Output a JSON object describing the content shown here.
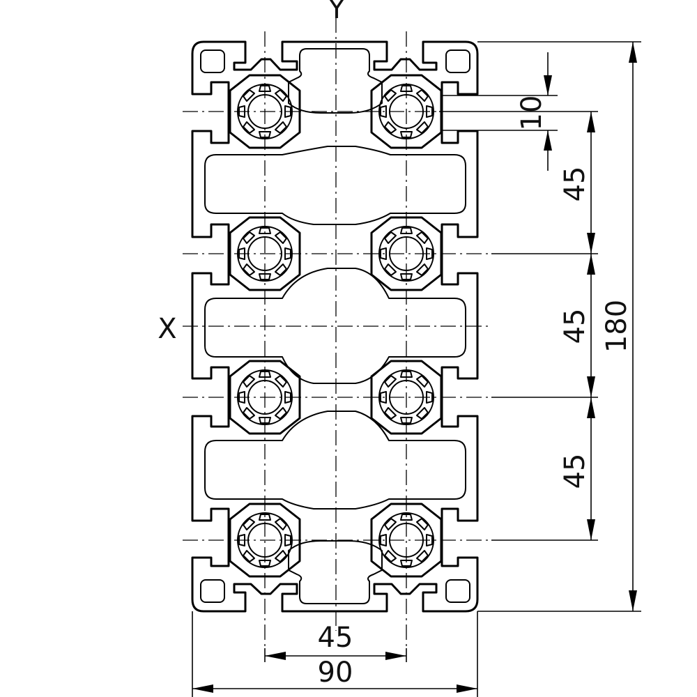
{
  "axes": {
    "x_label": "X",
    "y_label": "Y"
  },
  "dimensions": {
    "slot_width": "10",
    "pitch_1": "45",
    "pitch_2": "45",
    "pitch_3": "45",
    "total_height": "180",
    "bottom_pitch": "45",
    "total_width": "90"
  },
  "colors": {
    "line": "#000000",
    "background": "#ffffff"
  }
}
